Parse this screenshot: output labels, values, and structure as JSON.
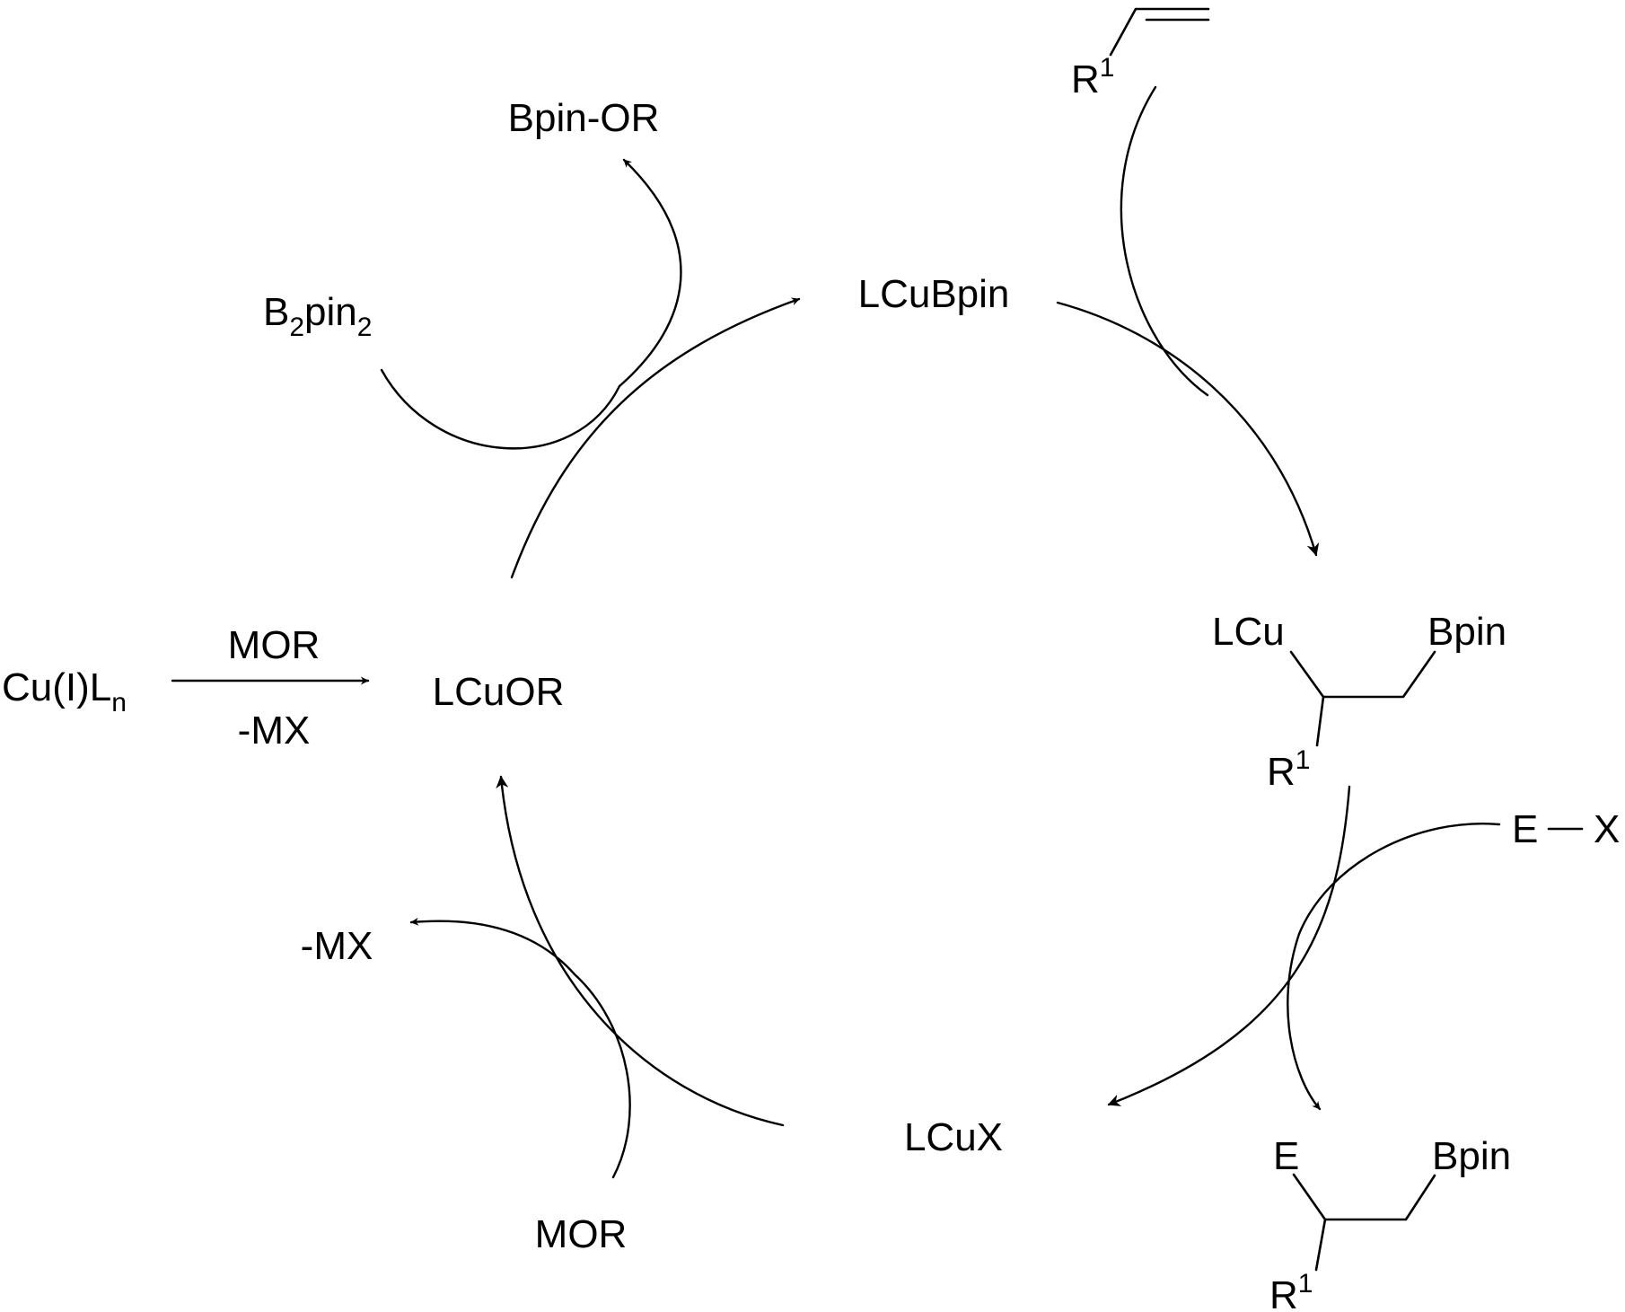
{
  "scheme": {
    "species": {
      "precursor": "Cu(I)L",
      "precursor_sub": "n",
      "activation_reagent": "MOR",
      "activation_byproduct": "-MX",
      "copper_alkoxide": "LCuOR",
      "copper_boryl": "LCuBpin",
      "diboron_pre": "B",
      "diboron_sub1": "2",
      "diboron_mid": "pin",
      "diboron_sub2": "2",
      "borate_byproduct": "Bpin-OR",
      "alkene_r": "R",
      "alkene_r_sup": "1",
      "alkyl_copper_lcu": "LCu",
      "alkyl_copper_bpin": "Bpin",
      "alkyl_copper_r": "R",
      "alkyl_copper_r_sup": "1",
      "electrophile_e": "E",
      "electrophile_x": "X",
      "product_e": "E",
      "product_bpin": "Bpin",
      "product_r": "R",
      "product_r_sup": "1",
      "copper_halide": "LCuX",
      "regeneration_byproduct": "-MX",
      "regeneration_reagent": "MOR"
    }
  }
}
